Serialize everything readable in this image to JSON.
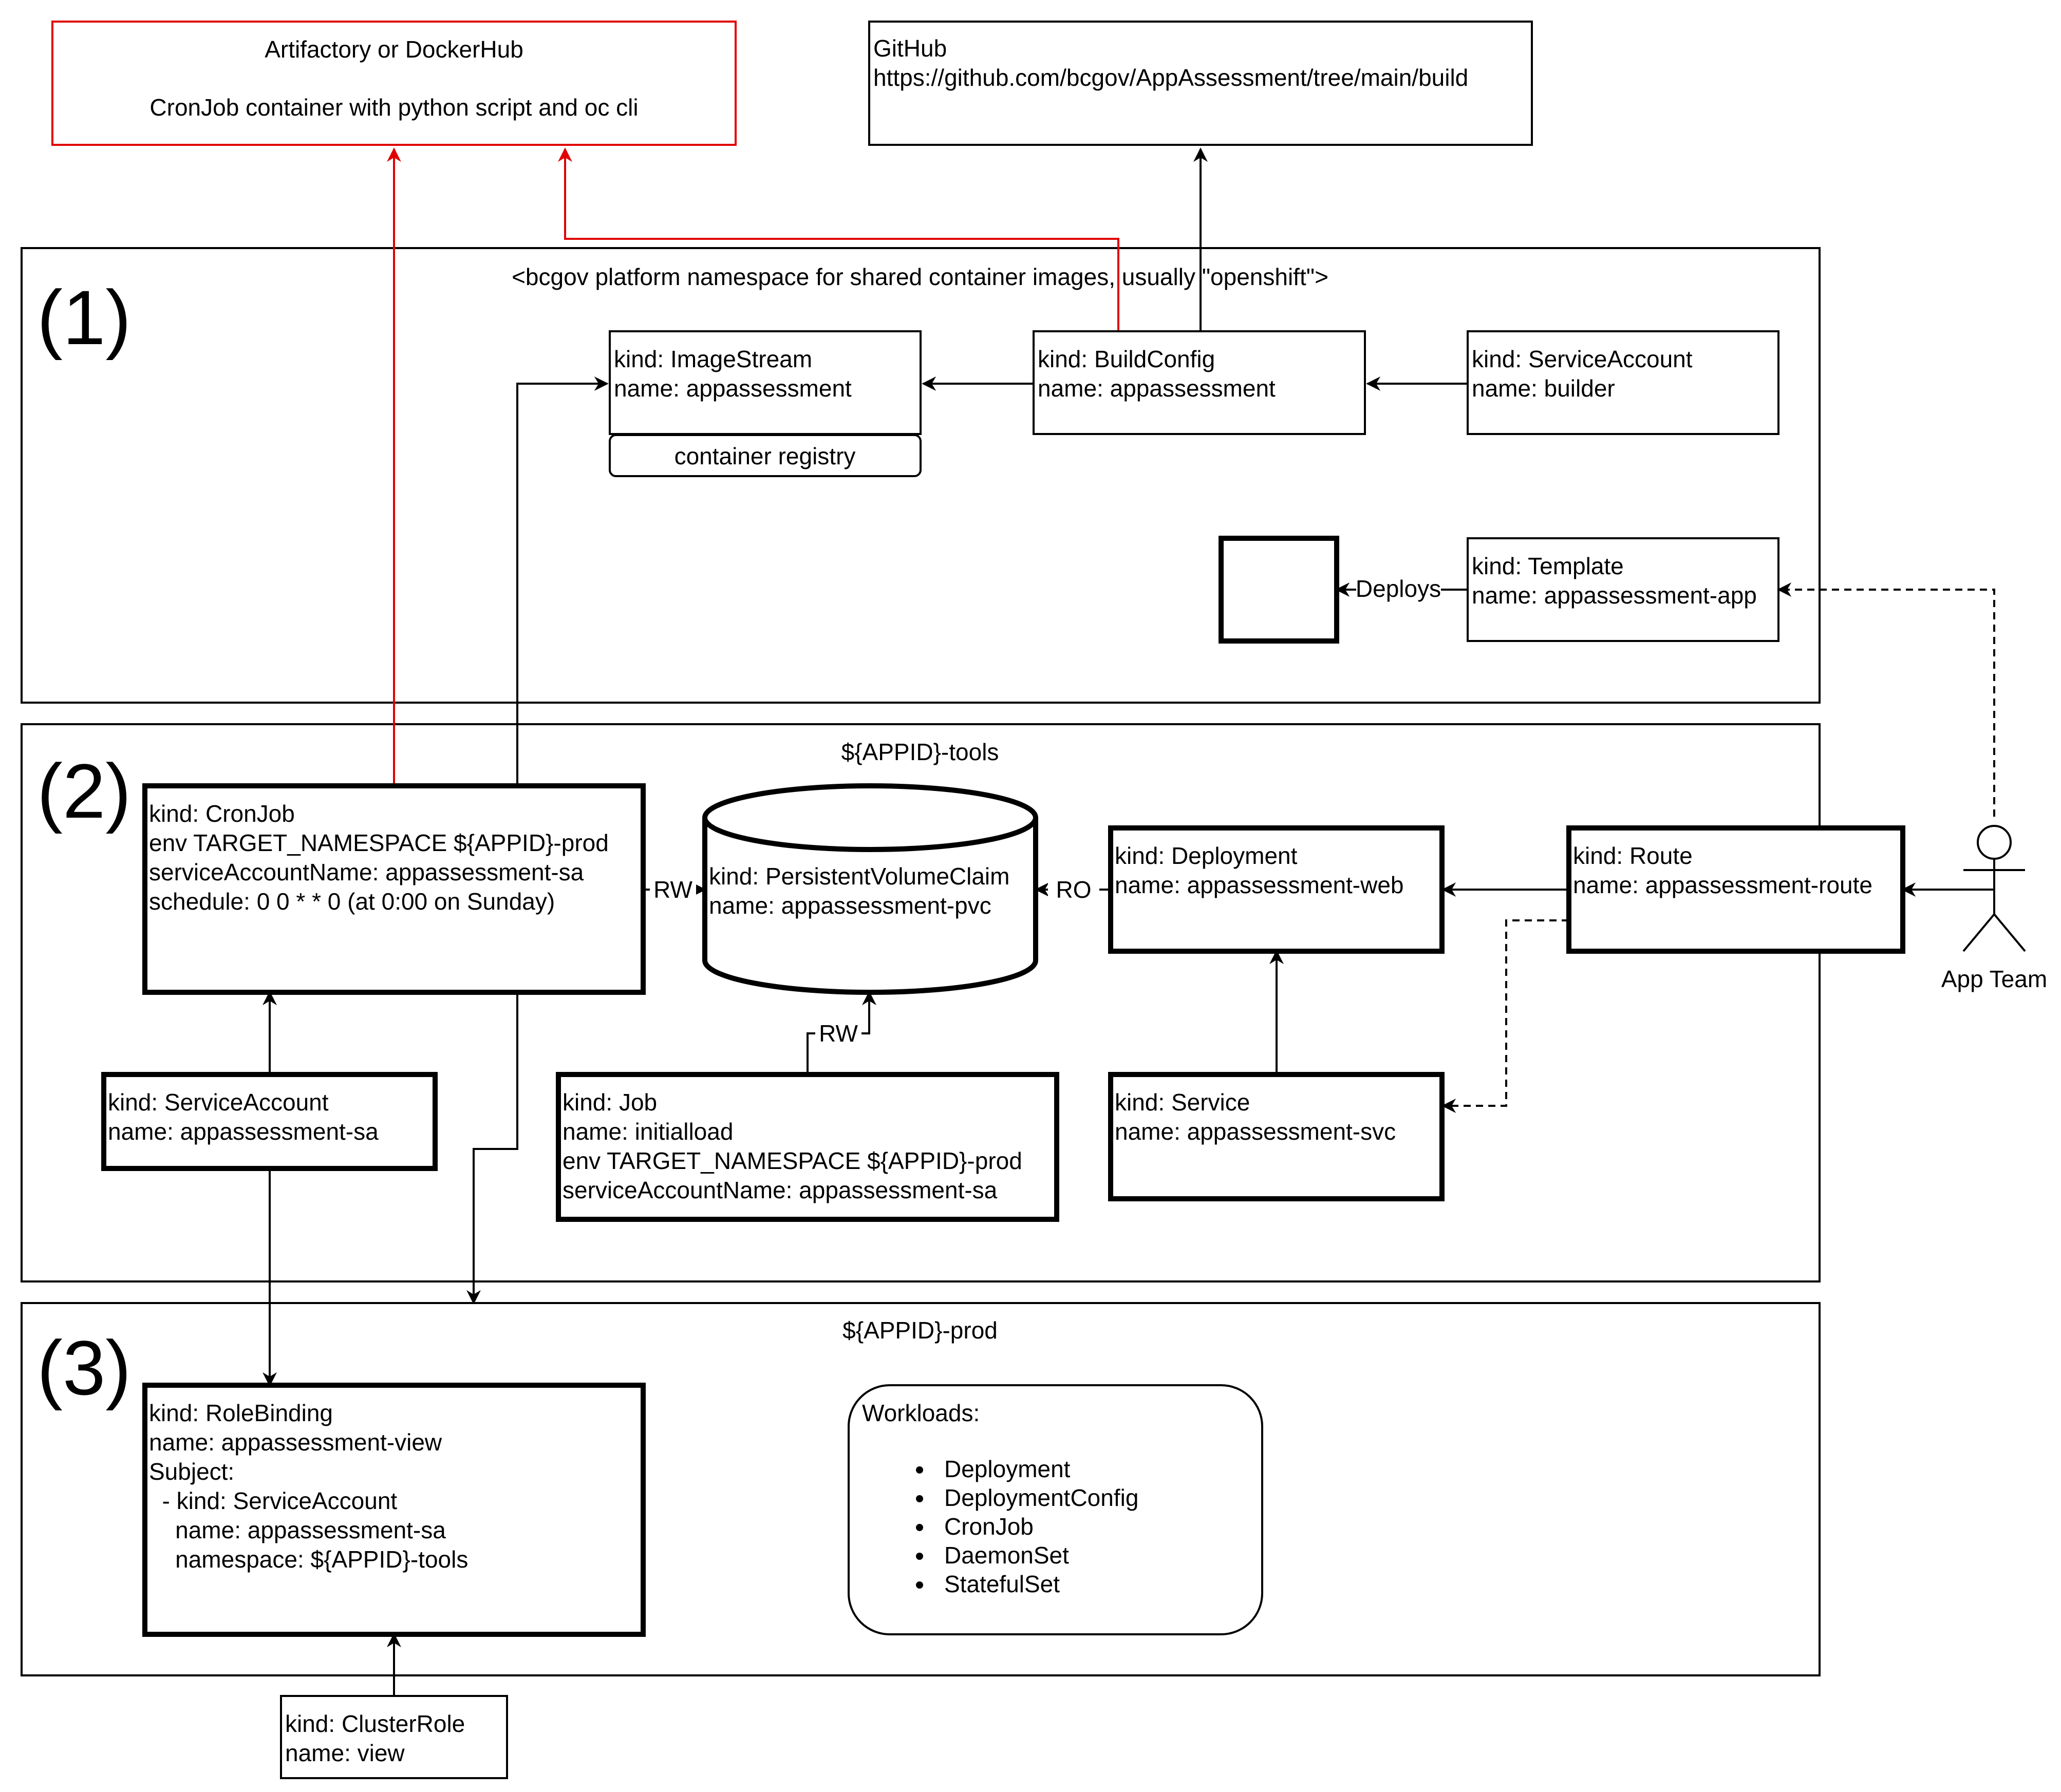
{
  "nodes": {
    "artifactory": {
      "line1": "Artifactory or DockerHub",
      "line2": "CronJob container with python script and oc cli",
      "color": "#e00000"
    },
    "github": {
      "line1": "GitHub",
      "line2": "https://github.com/bcgov/AppAssessment/tree/main/build"
    },
    "ns1": {
      "number": "(1)",
      "title": "<bcgov platform namespace for shared container images, usually \"openshift\">"
    },
    "ns2": {
      "number": "(2)",
      "title": "${APPID}-tools"
    },
    "ns3": {
      "number": "(3)",
      "title": "${APPID}-prod"
    },
    "imagestream": {
      "lines": [
        "kind: ImageStream",
        "name: appassessment"
      ],
      "registry": "container registry"
    },
    "buildconfig": {
      "lines": [
        "kind: BuildConfig",
        "name: appassessment"
      ]
    },
    "sa_builder": {
      "lines": [
        "kind: ServiceAccount",
        "name: builder"
      ]
    },
    "template": {
      "lines": [
        "kind: Template",
        "name: appassessment-app"
      ]
    },
    "cronjob": {
      "lines": [
        "kind: CronJob",
        "env TARGET_NAMESPACE ${APPID}-prod",
        "serviceAccountName: appassessment-sa",
        "schedule: 0 0 * * 0 (at 0:00 on Sunday)"
      ]
    },
    "pvc": {
      "lines": [
        "kind: PersistentVolumeClaim",
        "name: appassessment-pvc"
      ]
    },
    "deployment": {
      "lines": [
        "kind: Deployment",
        "name: appassessment-web"
      ]
    },
    "route": {
      "lines": [
        "kind: Route",
        "name: appassessment-route"
      ]
    },
    "sa_app": {
      "lines": [
        "kind: ServiceAccount",
        "name: appassessment-sa"
      ]
    },
    "job": {
      "lines": [
        "kind: Job",
        "name: initialload",
        "env TARGET_NAMESPACE ${APPID}-prod",
        "serviceAccountName: appassessment-sa"
      ]
    },
    "service": {
      "lines": [
        "kind: Service",
        "name: appassessment-svc"
      ]
    },
    "rolebinding": {
      "lines": [
        "kind: RoleBinding",
        "name: appassessment-view",
        "Subject:",
        "  - kind: ServiceAccount",
        "    name: appassessment-sa",
        "    namespace: ${APPID}-tools"
      ]
    },
    "workloads": {
      "title": "Workloads:",
      "items": [
        "Deployment",
        "DeploymentConfig",
        "CronJob",
        "DaemonSet",
        "StatefulSet"
      ]
    },
    "clusterrole": {
      "lines": [
        "kind: ClusterRole",
        "name: view"
      ]
    },
    "actor": {
      "label": "App Team"
    }
  },
  "edge_labels": {
    "deploys": "Deploys",
    "cron_pvc": "RW",
    "job_pvc": "RW",
    "deploy_pvc": "RO"
  }
}
